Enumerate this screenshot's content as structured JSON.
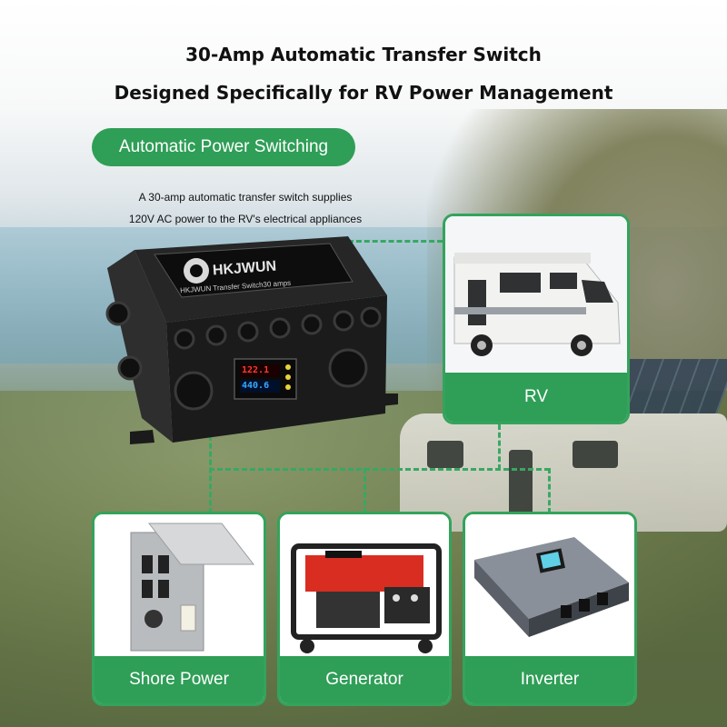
{
  "header": {
    "title_line1": "30-Amp Automatic Transfer Switch",
    "title_line2": "Designed Specifically for RV Power Management"
  },
  "feature": {
    "pill_label": "Automatic Power Switching",
    "description_line1": "A 30-amp automatic transfer switch supplies",
    "description_line2": "120V AC power to the RV's electrical appliances"
  },
  "product": {
    "brand": "HKJWUN",
    "plate_line1": "HKJWUN Transfer Switch30 amps",
    "display_top": "122.1",
    "display_bottom": "440.6"
  },
  "cards": {
    "rv": "RV",
    "shore_power": "Shore Power",
    "generator": "Generator",
    "inverter": "Inverter"
  },
  "colors": {
    "accent": "#2f9e57",
    "border": "#34a35c"
  }
}
